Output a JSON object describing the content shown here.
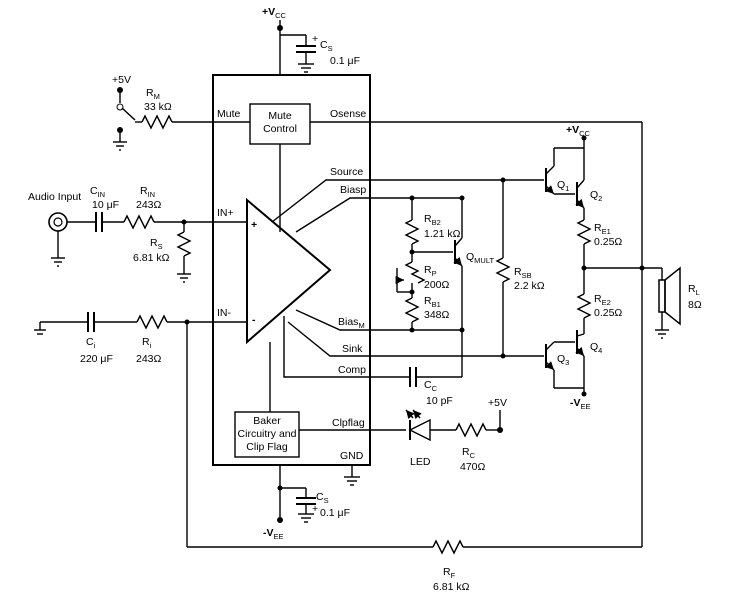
{
  "ic": {
    "pins": {
      "mute": "Mute",
      "osense": "Osense",
      "source": "Source",
      "biasp": "Biasp",
      "in_plus": "IN+",
      "in_minus": "IN-",
      "bias_m": "Bias",
      "bias_m_sub": "M",
      "sink": "Sink",
      "comp": "Comp",
      "clpflag": "Clpflag",
      "gnd": "GND"
    },
    "mute_control": [
      "Mute",
      "Control"
    ],
    "baker": [
      "Baker",
      "Circuitry and",
      "Clip Flag"
    ],
    "plus_sign": "+",
    "minus_sign": "-"
  },
  "supplies": {
    "vcc_top": "+V",
    "vcc_sub": "CC",
    "vee_bottom": "-V",
    "vee_sub": "EE",
    "plus5v_mute": "+5V",
    "plus5v_led": "+5V",
    "vcc_out": "+V",
    "vee_out": "-V"
  },
  "components": {
    "cs_top": {
      "name": "C",
      "sub": "S",
      "value": "0.1 μF"
    },
    "cs_bot": {
      "name": "C",
      "sub": "S",
      "value": "0.1 μF"
    },
    "rm": {
      "name": "R",
      "sub": "M",
      "value": "33 kΩ"
    },
    "audio_input": "Audio Input",
    "cin": {
      "name": "C",
      "sub": "IN",
      "value": "10 μF"
    },
    "rin": {
      "name": "R",
      "sub": "IN",
      "value": "243Ω"
    },
    "rs": {
      "name": "R",
      "sub": "S",
      "value": "6.81 kΩ"
    },
    "ci": {
      "name": "C",
      "sub": "i",
      "value": "220 μF"
    },
    "ri": {
      "name": "R",
      "sub": "i",
      "value": "243Ω"
    },
    "rb2": {
      "name": "R",
      "sub": "B2",
      "value": "1.21 kΩ"
    },
    "rp": {
      "name": "R",
      "sub": "P",
      "value": "200Ω"
    },
    "rb1": {
      "name": "R",
      "sub": "B1",
      "value": "348Ω"
    },
    "qmult": {
      "name": "Q",
      "sub": "MULT"
    },
    "rsb": {
      "name": "R",
      "sub": "SB",
      "value": "2.2 kΩ"
    },
    "cc": {
      "name": "C",
      "sub": "C",
      "value": "10 pF"
    },
    "q1": {
      "name": "Q",
      "sub": "1"
    },
    "q2": {
      "name": "Q",
      "sub": "2"
    },
    "q3": {
      "name": "Q",
      "sub": "3"
    },
    "q4": {
      "name": "Q",
      "sub": "4"
    },
    "re1": {
      "name": "R",
      "sub": "E1",
      "value": "0.25Ω"
    },
    "re2": {
      "name": "R",
      "sub": "E2",
      "value": "0.25Ω"
    },
    "rl": {
      "name": "R",
      "sub": "L",
      "value": "8Ω"
    },
    "led": "LED",
    "rc": {
      "name": "R",
      "sub": "C",
      "value": "470Ω"
    },
    "rf": {
      "name": "R",
      "sub": "F",
      "value": "6.81 kΩ"
    }
  }
}
